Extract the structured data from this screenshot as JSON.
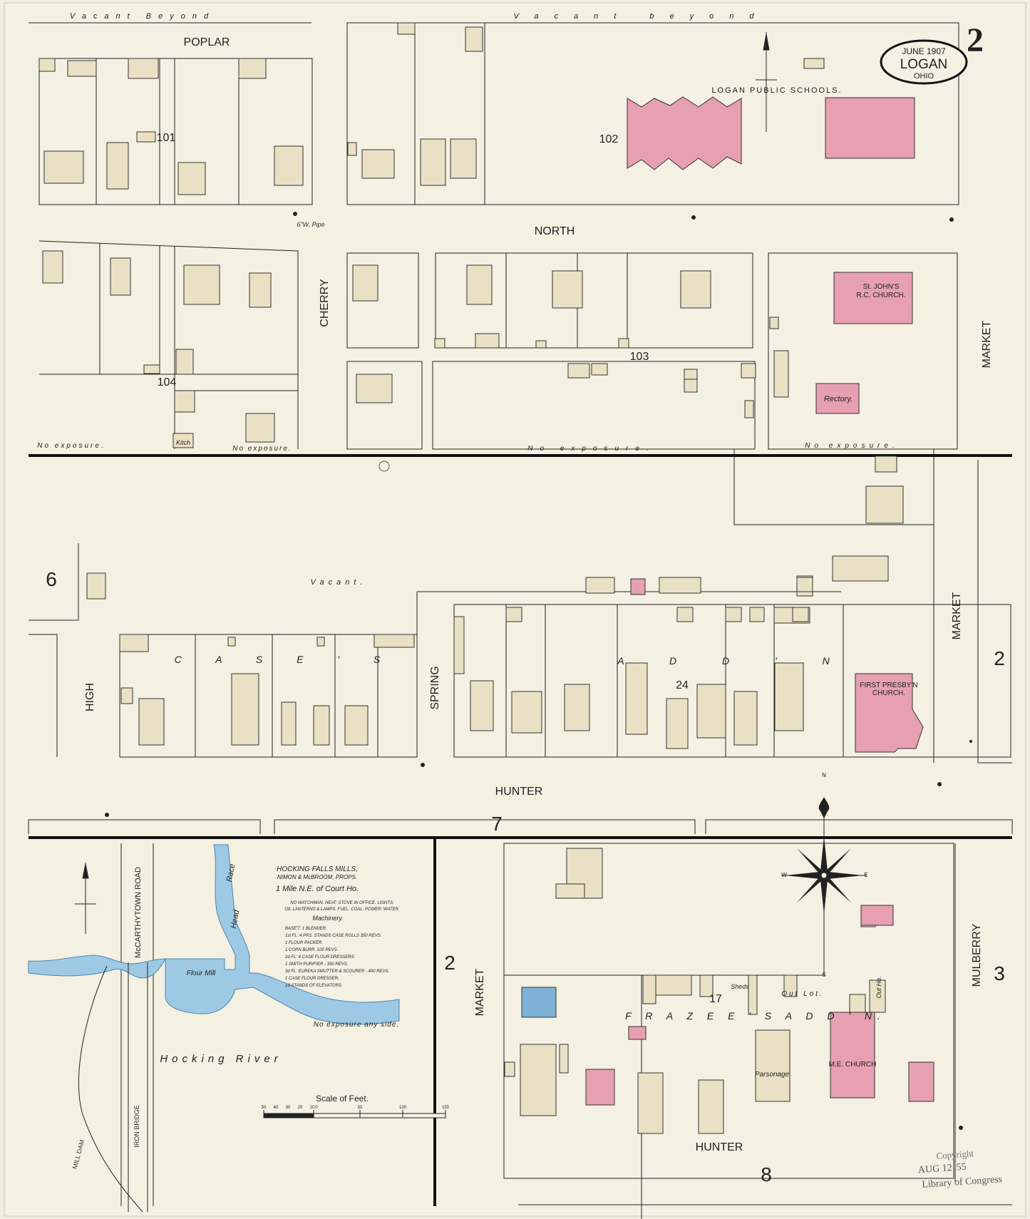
{
  "sheet": {
    "number": "2",
    "date": "JUNE 1907",
    "city": "LOGAN",
    "state": "OHIO",
    "stamp_line1": "Copyright",
    "stamp_date": "AUG 12 '55",
    "stamp_line2": "Library of Congress"
  },
  "streets": {
    "poplar": "POPLAR",
    "north": "NORTH",
    "hunter_top": "HUNTER",
    "hunter_bottom": "HUNTER",
    "cherry": "CHERRY",
    "high": "HIGH",
    "spring": "SPRING",
    "market_1": "MARKET",
    "market_2": "MARKET",
    "market_3": "MARKET",
    "mulberry": "MULBERRY",
    "mccarthytown_road": "McCARTHYTOWN ROAD",
    "iron_bridge": "IRON BRIDGE",
    "mill_dam": "MILL DAM"
  },
  "block_numbers": {
    "b101": "101",
    "b102": "102",
    "b103": "103",
    "b104": "104",
    "b24": "24",
    "b17": "17"
  },
  "adjacent_sheets": {
    "s6": "6",
    "s2_right": "2",
    "s7": "7",
    "s2_left": "2",
    "s3": "3",
    "s8": "8"
  },
  "buildings": {
    "schools": "LOGAN PUBLIC SCHOOLS.",
    "st_johns_1": "St. JOHN'S",
    "st_johns_2": "R.C. CHURCH.",
    "rectory": "Rectory.",
    "presbyterian_1": "FIRST PRESBY'N",
    "presbyterian_2": "CHURCH.",
    "me_church": "M.E. CHURCH",
    "parsonage": "Parsonage",
    "flour_mill": "Flour Mill",
    "kitch": "Kitch",
    "out_ho": "Out Ho."
  },
  "annotations": {
    "vacant_beyond_left": "Vacant Beyond",
    "vacant_beyond_right": "Vacant beyond",
    "vacant_mid": "Vacant.",
    "no_exposure_1": "No exposure.",
    "no_exposure_2": "No exposure.",
    "no_exposure_3": "No exposure.",
    "no_exposure_4": "No exposure.",
    "cases_add": "C A S E ' S",
    "add_n": "A D D ' N",
    "frazees_add": "F R A Z E E ' S  A D D ' N.",
    "sheds": "Sheds",
    "out_lot": "Out Lot.",
    "race": "Race",
    "head": "Head",
    "hocking_river": "Hocking River",
    "no_exposure_any_side": "No exposure any side.",
    "ew_pipe": "6\"W. Pipe"
  },
  "mill_notes": {
    "title": "HOCKING FALLS MILLS,",
    "props": "NIMON & McBROOM, PROPS.",
    "distance": "1 Mile N.E. of Court Ho.",
    "line1": "NO WATCHMAN. HEAT: STOVE IN OFFICE. LIGHTS:",
    "line2": "OIL LANTERNS & LAMPS. FUEL: COAL. POWER: WATER.",
    "machinery": "Machinery.",
    "items": [
      "BASE'T: 1 BLENDER.",
      "1st FL: 4 PRS. STANDS CASE ROLLS 350 REVS.",
      "1 FLOUR PACKER.",
      "1 CORN BURR. 100 REVS.",
      "2d FL: 6 CASE FLOUR DRESSERS.",
      "1 SMITH PURIFIER - 350 REVS.",
      "3d FL: EUREKA SMUTTER & SCOURER - 400 REVS.",
      "1 CASE FLOUR DRESSER.",
      "13 STANDS OF ELEVATORS."
    ]
  },
  "scale": {
    "label": "Scale of Feet.",
    "ticks": [
      "50",
      "40",
      "30",
      "20",
      "10",
      "0",
      "50",
      "100",
      "150"
    ]
  },
  "compass": {
    "n": "N",
    "s": "S",
    "e": "E",
    "w": "W"
  },
  "colors": {
    "paper": "#f1ede0",
    "frame": "#eae1c4",
    "brick": "#e79fb2",
    "brick_dark": "#d8708c",
    "stone": "#7fb2d6",
    "water": "#9ec9e4",
    "line": "#222222"
  }
}
